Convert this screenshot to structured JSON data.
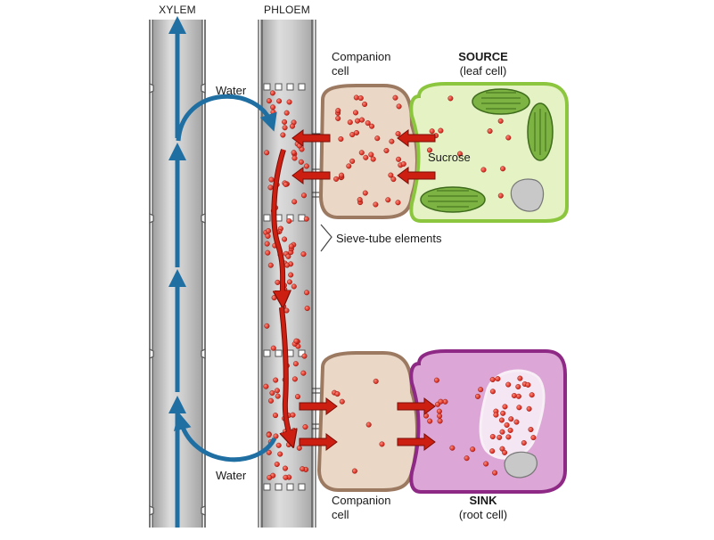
{
  "labels": {
    "xylem": "XYLEM",
    "phloem": "PHLOEM",
    "companion_top_1": "Companion",
    "companion_top_2": "cell",
    "source_title": "SOURCE",
    "source_sub": "(leaf cell)",
    "water_top": "Water",
    "sucrose": "Sucrose",
    "sieve_tube": "Sieve-tube elements",
    "water_bottom": "Water",
    "companion_bottom_1": "Companion",
    "companion_bottom_2": "cell",
    "sink_title": "SINK",
    "sink_sub": "(root cell)"
  },
  "colors": {
    "tube_fill": "#c9c9c9",
    "tube_stroke": "#555555",
    "water_arrow": "#1f6fa3",
    "sucrose_arrow": "#cc1f12",
    "sucrose_dot": "#d9261c",
    "companion_fill": "#ead7c5",
    "companion_stroke": "#9c7a62",
    "source_fill": "#e4f2c4",
    "source_stroke": "#8cc63f",
    "chloroplast": "#7cb342",
    "sink_fill": "#dca7d6",
    "sink_stroke": "#8e2a86",
    "vacuole_fill": "#f5e6f3",
    "vacuole_edge": "#f7eef6"
  }
}
